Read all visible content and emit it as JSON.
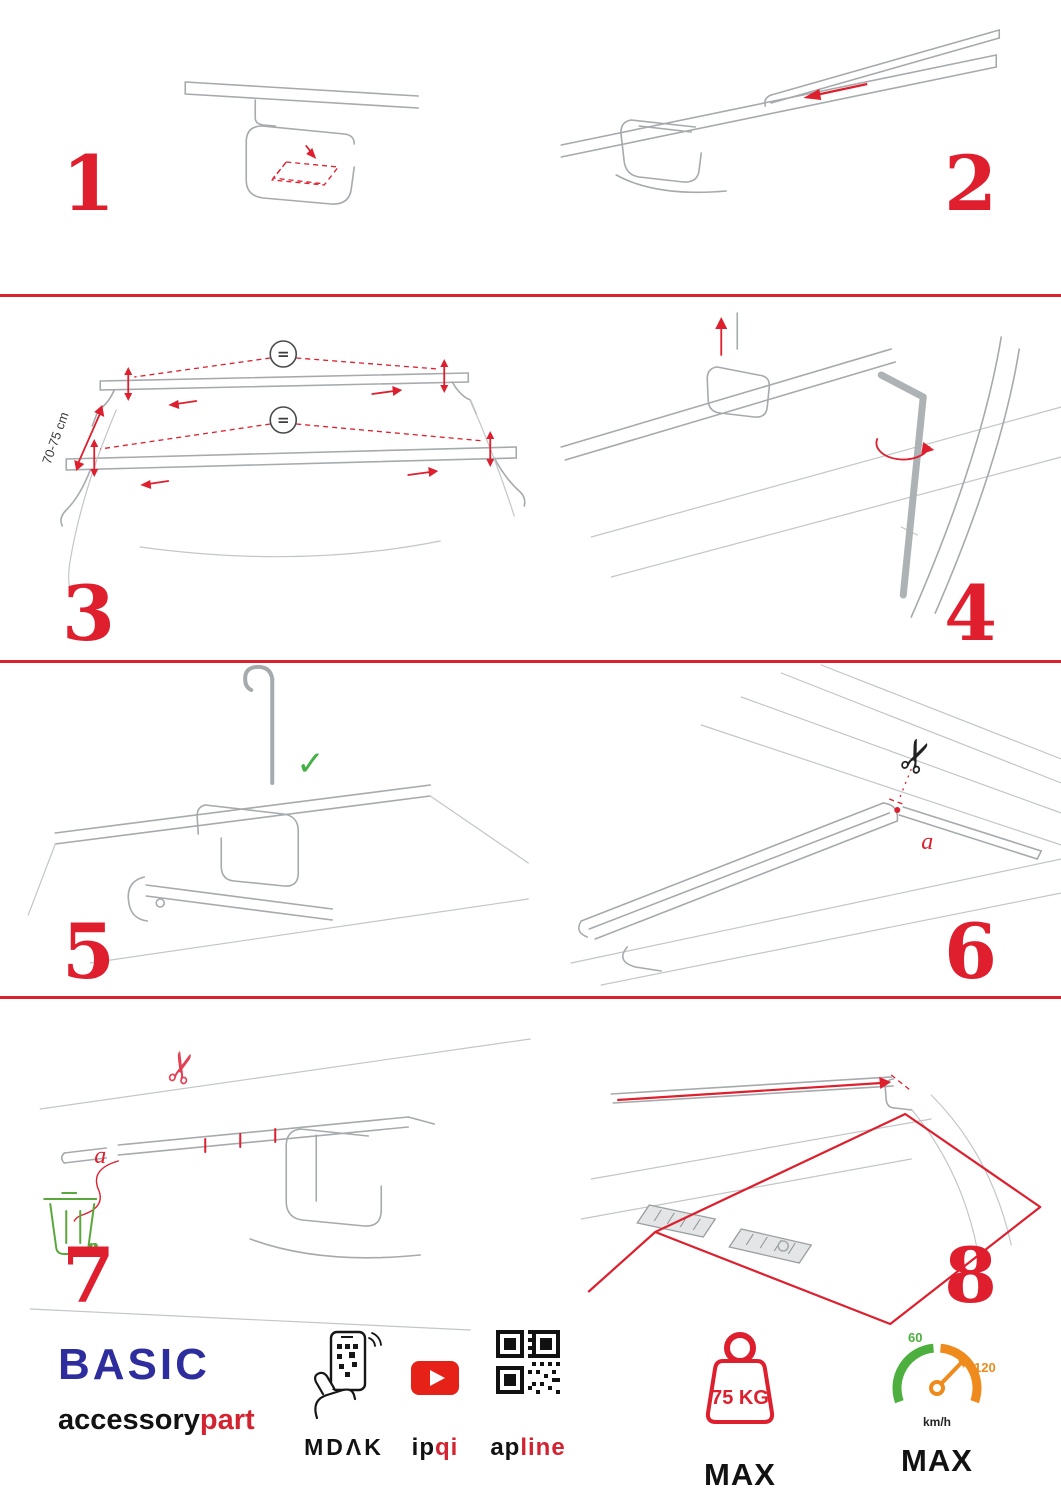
{
  "page": {
    "colors": {
      "accent_red": "#dd1f2e",
      "sketch_gray": "#a6aaad",
      "green": "#5aa83c",
      "navy": "#2e2d9e",
      "orange": "#ef8a1d"
    }
  },
  "icons": {
    "scissors": "✂",
    "check": "✓",
    "recycle": "♻"
  },
  "steps": [
    {
      "number": "1"
    },
    {
      "number": "2"
    },
    {
      "number": "3",
      "measure_label": "70-75 cm",
      "equal_symbol": "="
    },
    {
      "number": "4"
    },
    {
      "number": "5"
    },
    {
      "number": "6",
      "part_label": "a"
    },
    {
      "number": "7",
      "part_label": "a"
    },
    {
      "number": "8"
    }
  ],
  "footer": {
    "brand": {
      "title": "BASIC",
      "sub_left": "accessory",
      "sub_right": "part"
    },
    "partners": [
      {
        "label": "MDΛK"
      },
      {
        "label_left": "ip",
        "label_right": "qi"
      },
      {
        "label_left": "ap",
        "label_right": "line"
      }
    ],
    "weight": {
      "value": "75 KG",
      "max": "MAX"
    },
    "speed": {
      "low": "60",
      "high": "120",
      "unit": "km/h",
      "max": "MAX"
    }
  }
}
